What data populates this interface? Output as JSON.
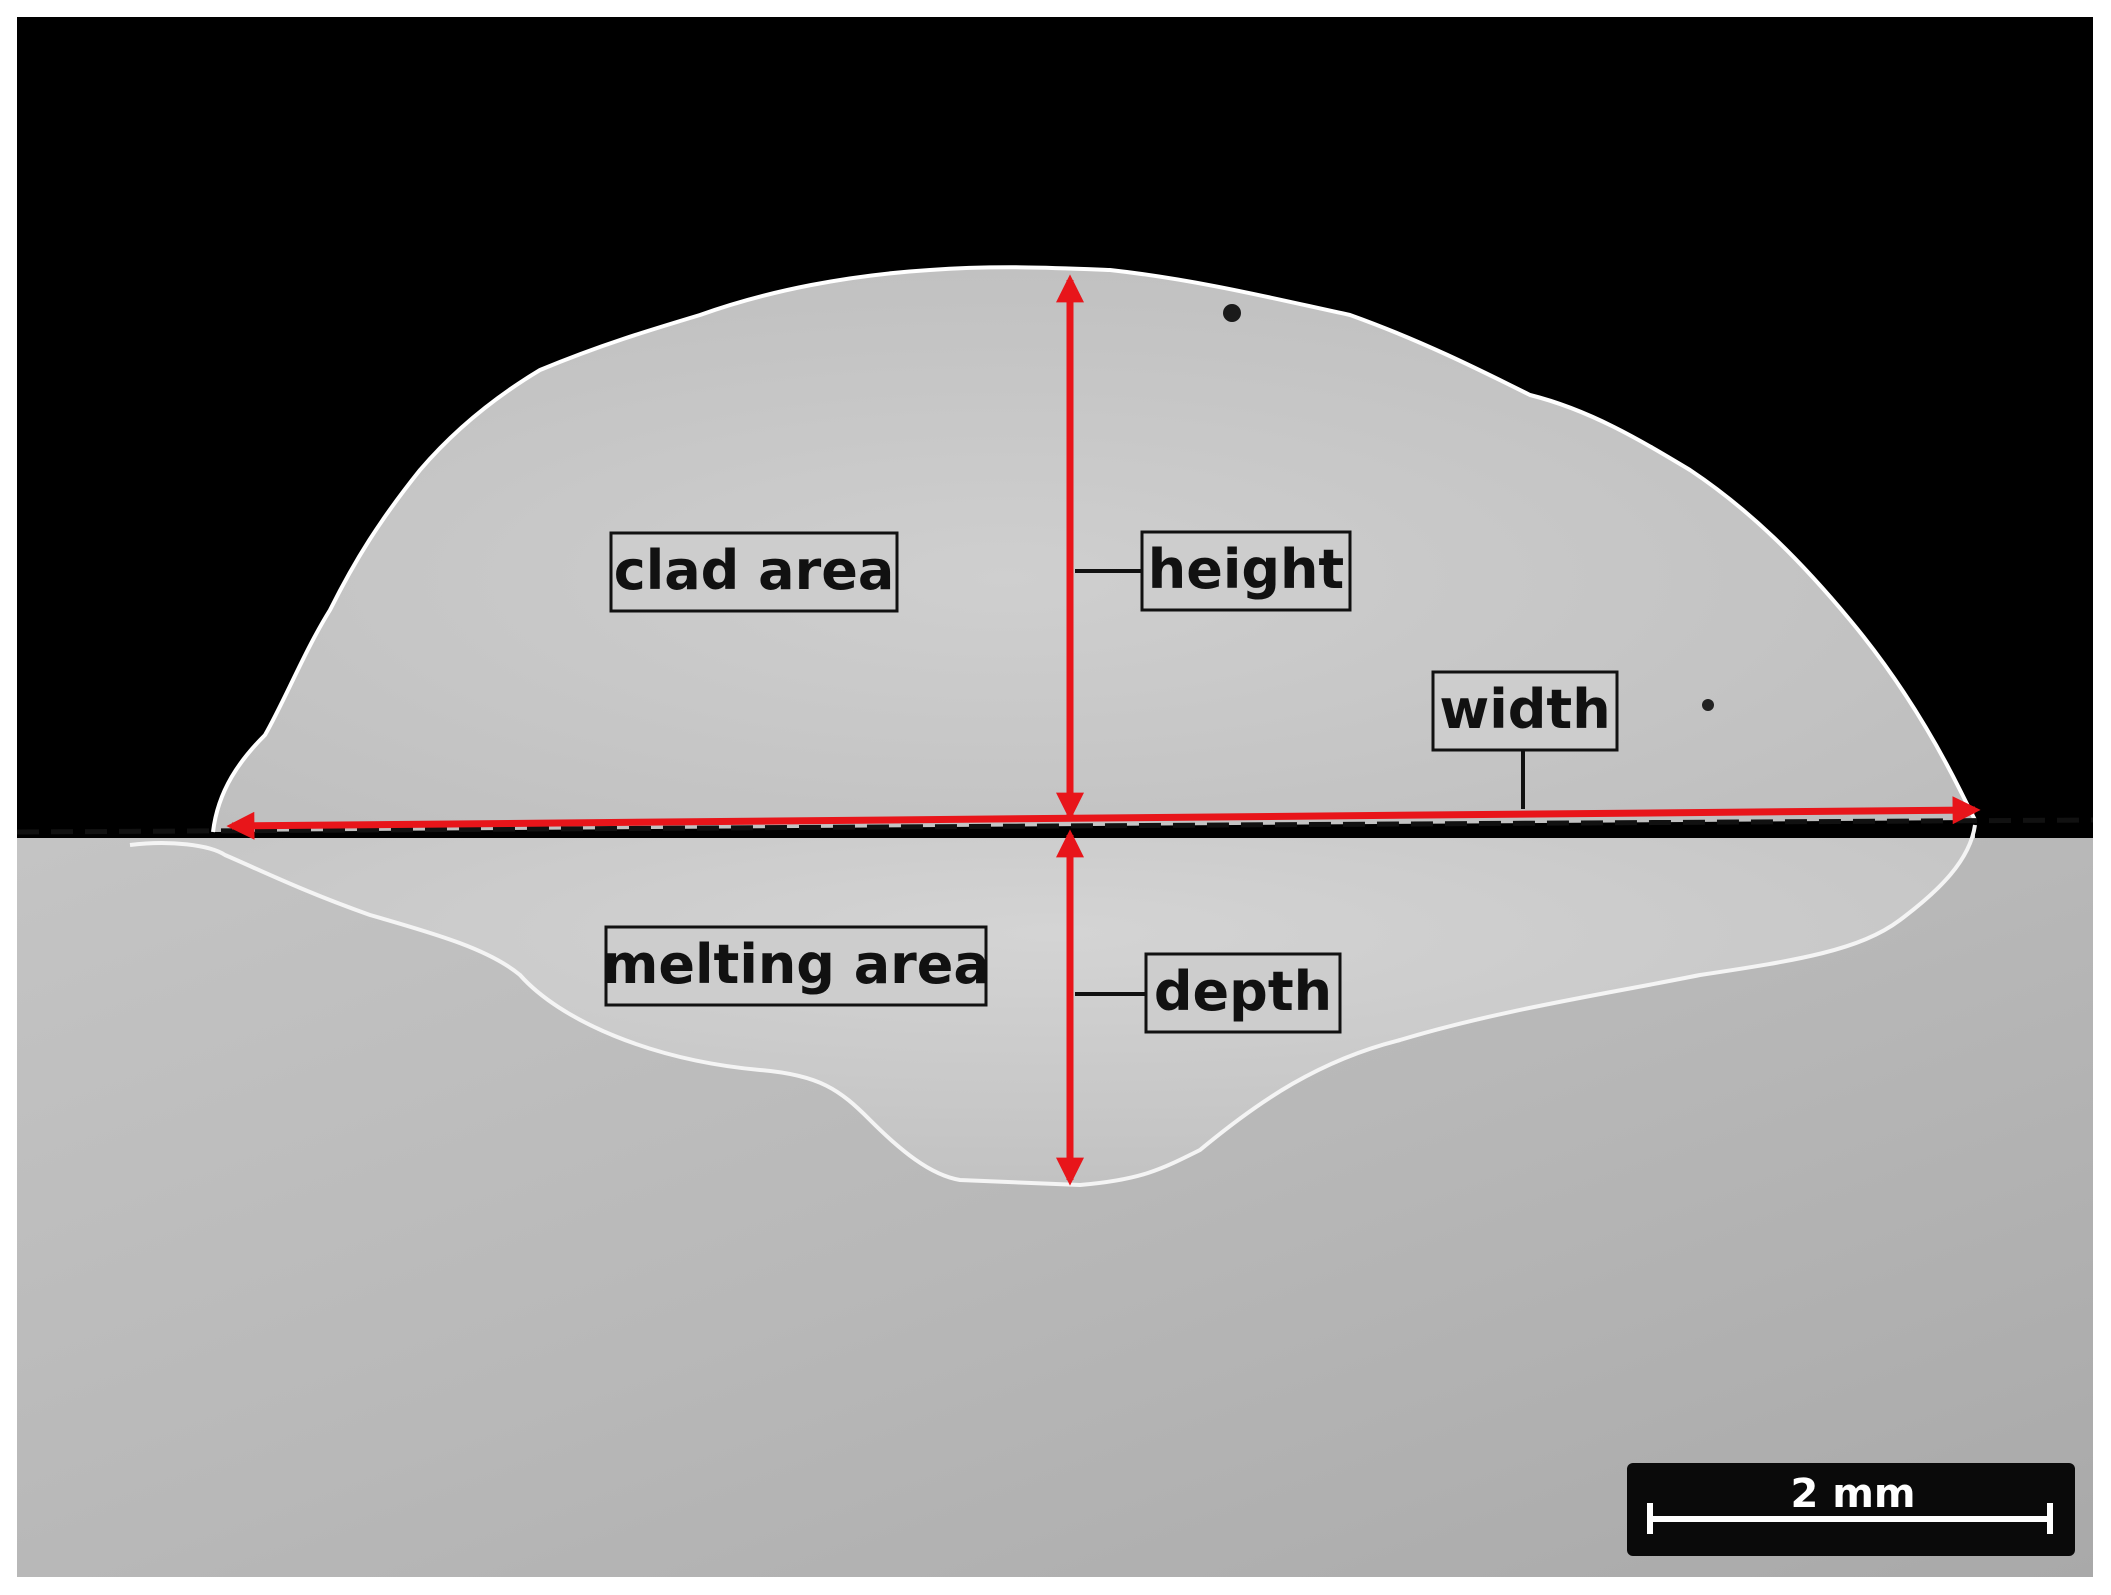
{
  "labels": {
    "clad_area": "clad area",
    "height": "height",
    "width": "width",
    "melting_area": "melting area",
    "depth": "depth"
  },
  "scale_bar": {
    "text": "2 mm"
  },
  "colors": {
    "background_top": "#000000",
    "substrate": "#b9b9b9",
    "clad": "#c6c6c6",
    "outline": "#ffffff",
    "measure_arrows": "#e8151a",
    "label_box": "#cdcdcd",
    "scale_bar_bg": "#0a0a0a"
  }
}
